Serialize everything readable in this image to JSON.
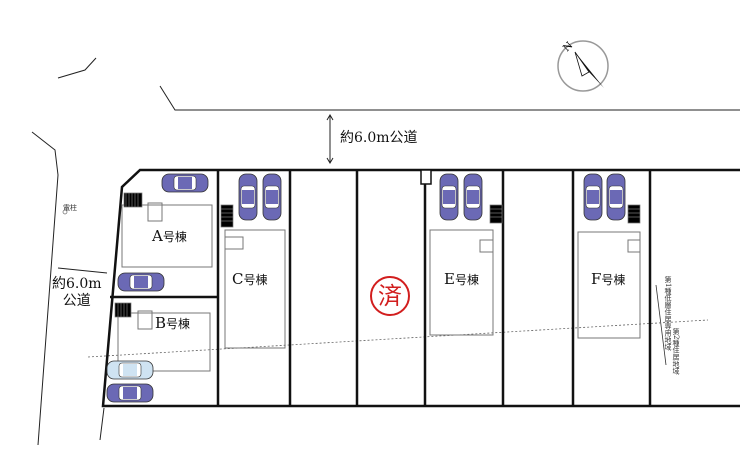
{
  "title": "区画図",
  "roads": {
    "north": "約6.0m公道",
    "west_line1": "約6.0m",
    "west_line2": "公道"
  },
  "lots": [
    {
      "id": "A",
      "label": "A",
      "suffix": "号棟"
    },
    {
      "id": "B",
      "label": "B",
      "suffix": "号棟"
    },
    {
      "id": "C",
      "label": "C",
      "suffix": "号棟"
    },
    {
      "id": "E",
      "label": "E",
      "suffix": "号棟"
    },
    {
      "id": "F",
      "label": "F",
      "suffix": "号棟"
    }
  ],
  "sold_stamp": "済",
  "pole_label": "電柱",
  "zones": {
    "upper": "第1種低層住居専用地域",
    "lower": "第2種住居地域"
  },
  "compass": "N",
  "colors": {
    "car": "#6b69b5",
    "car_light": "#cfe3f2",
    "stamp": "#d21e1e"
  }
}
